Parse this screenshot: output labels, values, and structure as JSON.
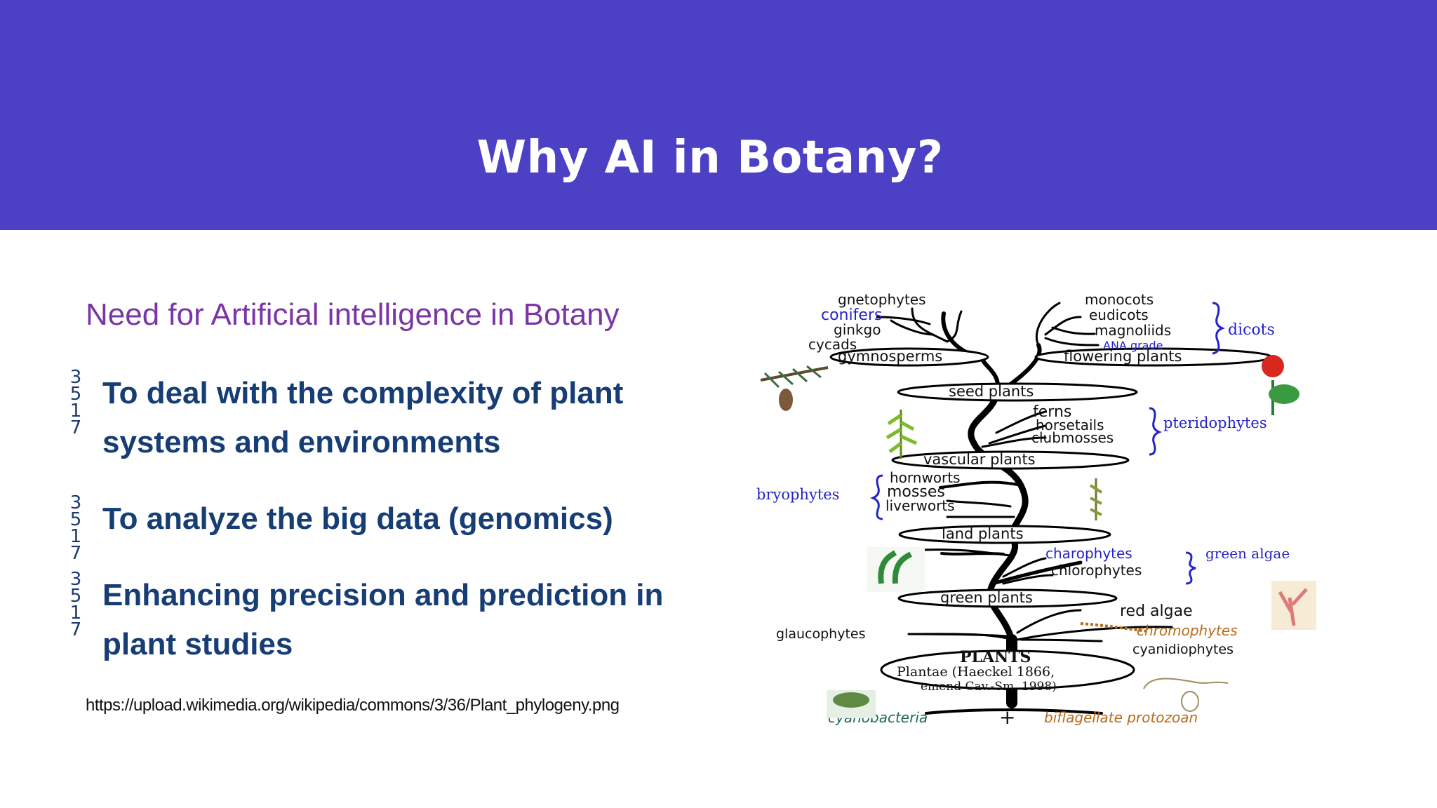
{
  "slide": {
    "title": "Why AI in Botany?",
    "subtitle": "Need for Artificial intelligence in Botany",
    "bullet_marker": "3517",
    "bullets": [
      "To deal with the complexity of plant systems and environments",
      "To analyze the big data (genomics)",
      "Enhancing precision and prediction in plant studies"
    ],
    "source_url": "https://upload.wikimedia.org/wikipedia/commons/3/36/Plant_phylogeny.png"
  },
  "colors": {
    "header_bg": "#4c40c5",
    "subtitle": "#7a35a6",
    "bullet_text": "#173d75"
  },
  "figure": {
    "gymno": [
      "gnetophytes",
      "conifers",
      "ginkgo",
      "cycads"
    ],
    "angio": [
      "monocots",
      "eudicots",
      "magnoliids",
      "ANA grade"
    ],
    "dicots": "dicots",
    "gymnosperms": "gymnosperms",
    "flowering_plants": "flowering plants",
    "seed_plants": "seed plants",
    "pterido": [
      "ferns",
      "horsetails",
      "clubmosses"
    ],
    "pteridophytes": "pteridophytes",
    "vascular_plants": "vascular plants",
    "bryo": [
      "hornworts",
      "mosses",
      "liverworts"
    ],
    "bryophytes": "bryophytes",
    "land_plants": "land plants",
    "green_algae_members": [
      "charophytes",
      "chlorophytes"
    ],
    "green_algae": "green algae",
    "green_plants": "green plants",
    "red_algae": "red algae",
    "chromophytes": "chromophytes",
    "cyanidiophytes": "cyanidiophytes",
    "glaucophytes": "glaucophytes",
    "plants": "PLANTS",
    "plantae": "Plantae (Haeckel 1866,",
    "emend": "emend Cav.-Sm. 1998)",
    "cyanobacteria": "cyanobacteria",
    "plus": "+",
    "biflagellate": "biflagellate protozoan"
  }
}
